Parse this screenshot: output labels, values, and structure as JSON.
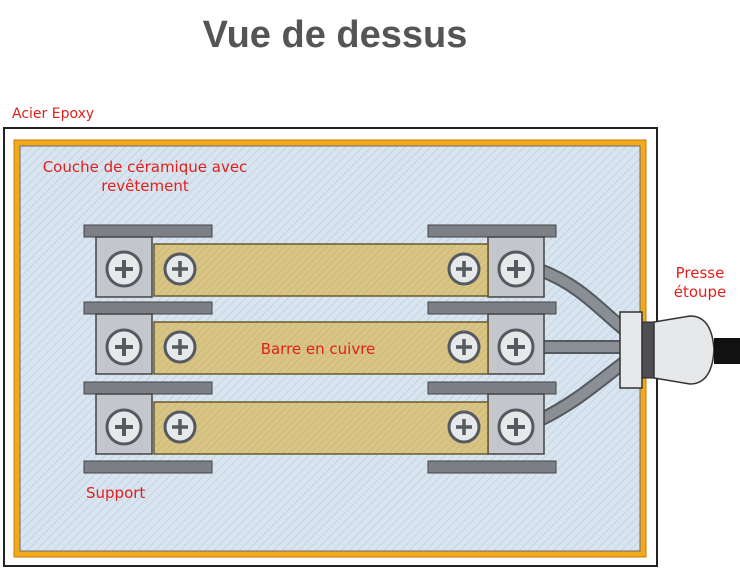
{
  "title": "Vue de dessus",
  "labels": {
    "steel_epoxy": "Acier Epoxy",
    "ceramic_layer": "Couche de céramique avec revêtement",
    "copper_bar": "Barre en cuivre",
    "support": "Support",
    "cable_gland": "Presse étoupe"
  },
  "colors": {
    "label_red": "#e0201b",
    "title_gray": "#555555",
    "ceramic_fill": "#d8e4ef",
    "epoxy_orange": "#f4a81c",
    "copper_fill": "#d8c484",
    "support_gray": "#7c7f85",
    "screw_fill": "#e6e8ea"
  }
}
